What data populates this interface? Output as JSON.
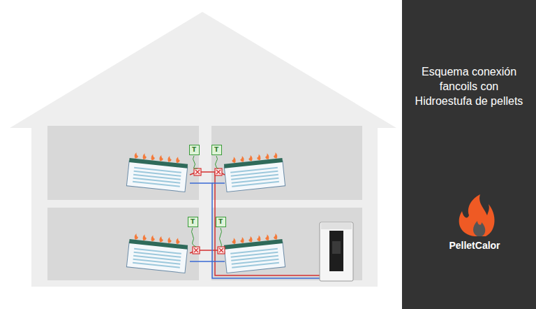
{
  "diagram": {
    "title": "Esquema conexión fancoils con Hidroestufa de pellets",
    "nodes": [
      {
        "text": [
          "T"
        ]
      },
      {
        "text": [
          "T"
        ]
      },
      {
        "text": [
          "T"
        ]
      },
      {
        "text": [
          "T"
        ]
      }
    ],
    "labels": [
      "PelletCalor"
    ]
  }
}
